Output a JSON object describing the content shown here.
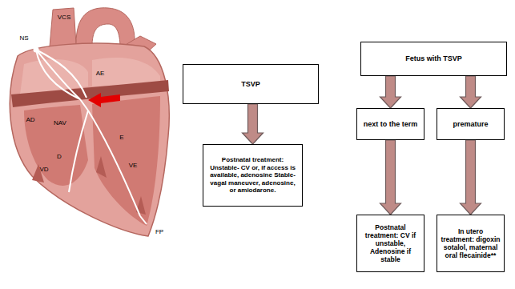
{
  "diagram": {
    "nodes": [
      {
        "text": [
          "TSVP"
        ]
      },
      {
        "text": [
          "Postnatal treatment: Unstable- CV or, if access is available, adenosine Stable- vagal maneuver, adenosine, or amiodarone."
        ]
      },
      {
        "text": [
          "Fetus with TSVP"
        ]
      },
      {
        "text": [
          "next to the term"
        ]
      },
      {
        "text": [
          "premature"
        ]
      },
      {
        "text": [
          "Postnatal treatment: CV if unstable, Adenosine if stable"
        ]
      },
      {
        "text": [
          "In utero treatment: digoxin sotalol, maternal oral flecainide**"
        ]
      }
    ],
    "edges": [
      {
        "from": 0,
        "to": 1,
        "arrow": "to"
      },
      {
        "from": 2,
        "to": 3,
        "arrow": "to"
      },
      {
        "from": 2,
        "to": 4,
        "arrow": "to"
      },
      {
        "from": 3,
        "to": 5,
        "arrow": "to"
      },
      {
        "from": 4,
        "to": 6,
        "arrow": "to"
      }
    ],
    "labels": [
      "VCS",
      "NS",
      "AE",
      "AD",
      "NAV",
      "VD",
      "VE",
      "E",
      "D",
      "FP"
    ]
  }
}
